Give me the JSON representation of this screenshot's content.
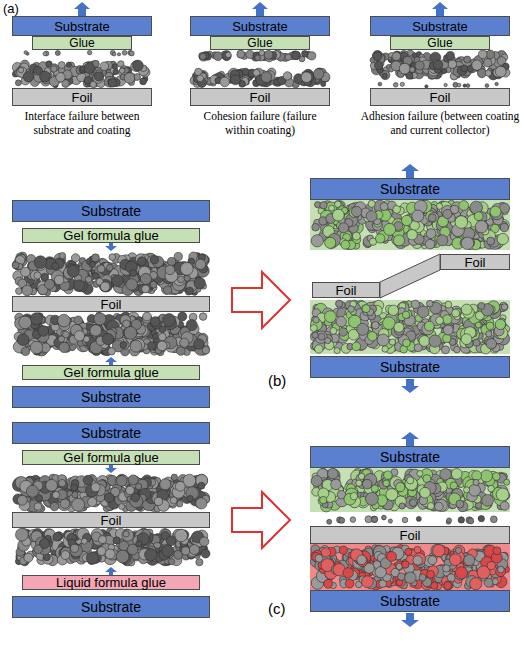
{
  "diagram": {
    "nodes": [
      {
        "text": [
          "Substrate"
        ]
      },
      {
        "text": [
          "Glue"
        ]
      },
      {
        "text": [
          "Foil"
        ]
      },
      {
        "text": [
          "Substrate"
        ]
      },
      {
        "text": [
          "Glue"
        ]
      },
      {
        "text": [
          "Foil"
        ]
      },
      {
        "text": [
          "Substrate"
        ]
      },
      {
        "text": [
          "Glue"
        ]
      },
      {
        "text": [
          "Foil"
        ]
      },
      {
        "text": [
          "Substrate"
        ]
      },
      {
        "text": [
          "Gel formula glue"
        ]
      },
      {
        "text": [
          "Foil"
        ]
      },
      {
        "text": [
          "Gel formula glue"
        ]
      },
      {
        "text": [
          "Substrate"
        ]
      },
      {
        "text": [
          "Substrate"
        ]
      },
      {
        "text": [
          "Foil"
        ]
      },
      {
        "text": [
          "Foil"
        ]
      },
      {
        "text": [
          "Substrate"
        ]
      },
      {
        "text": [
          "Substrate"
        ]
      },
      {
        "text": [
          "Gel formula glue"
        ]
      },
      {
        "text": [
          "Foil"
        ]
      },
      {
        "text": [
          "Liquid formula glue"
        ]
      },
      {
        "text": [
          "Substrate"
        ]
      },
      {
        "text": [
          "Substrate"
        ]
      },
      {
        "text": [
          "Foil"
        ]
      },
      {
        "text": [
          "Substrate"
        ]
      }
    ],
    "labels": [
      "(a)",
      "Interface failure between substrate and coating",
      "Cohesion failure (failure within coating)",
      "Adhesion failure (between coating and current collector)",
      "(b)",
      "(c)"
    ]
  }
}
